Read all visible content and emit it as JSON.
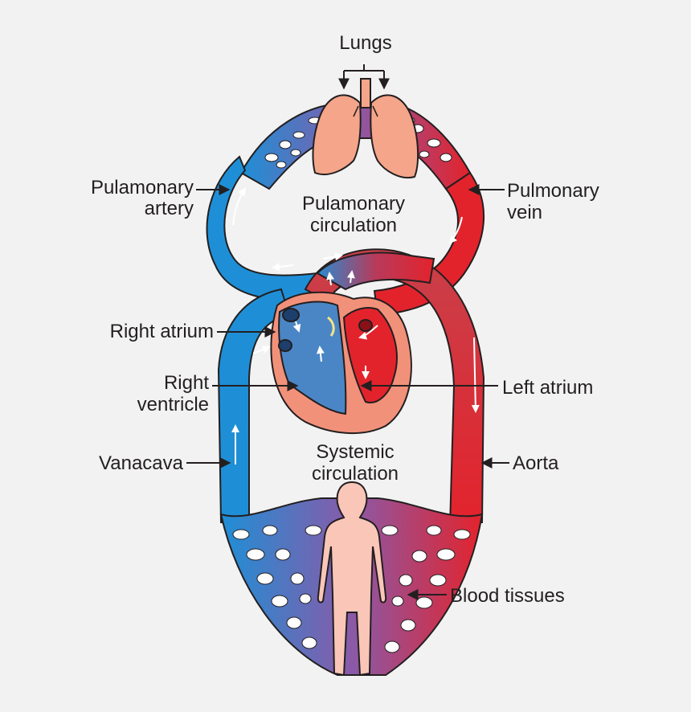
{
  "labels": {
    "lungs": "Lungs",
    "pulmonary_artery_1": "Pulamonary",
    "pulmonary_artery_2": "artery",
    "pulmonary_circulation_1": "Pulamonary",
    "pulmonary_circulation_2": "circulation",
    "pulmonary_vein_1": "Pulmonary",
    "pulmonary_vein_2": "vein",
    "right_atrium": "Right atrium",
    "right_ventricle_1": "Right",
    "right_ventricle_2": "ventricle",
    "left_atrium": "Left atrium",
    "vena_cava": "Vanacava",
    "aorta": "Aorta",
    "systemic_circulation_1": "Systemic",
    "systemic_circulation_2": "circulation",
    "blood_tissues": "Blood tissues"
  },
  "colors": {
    "background": "#f2f2f2",
    "deoxygenated_blue": "#1e8fd6",
    "oxygenated_red": "#e3232c",
    "capillary_purple": "#8a5aa8",
    "heart_pink": "#f2917a",
    "lung_pink": "#f4a58a",
    "body_pink": "#f9c6b8",
    "outline": "#231f20"
  }
}
